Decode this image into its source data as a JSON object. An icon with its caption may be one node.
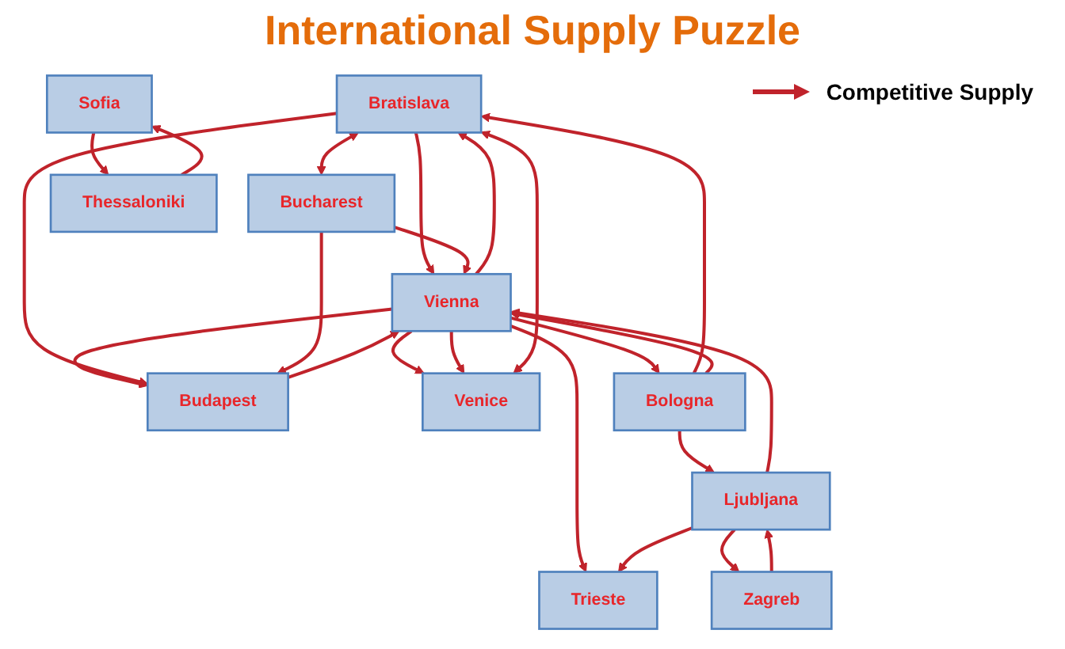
{
  "diagram": {
    "title": "International Supply Puzzle",
    "nodes": [
      {
        "text": [
          "Bratislava"
        ]
      },
      {
        "text": [
          "Vienna"
        ]
      },
      {
        "text": [
          "Budapest"
        ]
      },
      {
        "text": [
          "Bucharest"
        ]
      },
      {
        "text": [
          "Trieste"
        ]
      },
      {
        "text": [
          "Zagreb"
        ]
      },
      {
        "text": [
          "Venice"
        ]
      },
      {
        "text": [
          "Sofia"
        ]
      },
      {
        "text": [
          "Bologna"
        ]
      },
      {
        "text": [
          "Ljubljana"
        ]
      },
      {
        "text": [
          "Thessaloniki"
        ]
      }
    ],
    "edges": [
      {
        "from": 0,
        "to": 1,
        "arrow": "to"
      },
      {
        "from": 1,
        "to": 0,
        "arrow": "to"
      },
      {
        "from": 1,
        "to": 2,
        "arrow": "to"
      },
      {
        "from": 0,
        "to": 2,
        "arrow": "to"
      },
      {
        "from": 0,
        "to": 3,
        "arrow": "both"
      },
      {
        "from": 3,
        "to": 2,
        "arrow": "to"
      },
      {
        "from": 3,
        "to": 1,
        "arrow": "to"
      },
      {
        "from": 2,
        "to": 1,
        "arrow": "to"
      },
      {
        "from": 1,
        "to": 4,
        "arrow": "to"
      },
      {
        "from": 1,
        "to": 8,
        "arrow": "to"
      },
      {
        "from": 1,
        "to": 6,
        "arrow": "to"
      },
      {
        "from": 1,
        "to": 6,
        "arrow": "to"
      },
      {
        "from": 6,
        "to": 0,
        "arrow": "both"
      },
      {
        "from": 8,
        "to": 0,
        "arrow": "to"
      },
      {
        "from": 8,
        "to": 1,
        "arrow": "to"
      },
      {
        "from": 9,
        "to": 1,
        "arrow": "to"
      },
      {
        "from": 8,
        "to": 9,
        "arrow": "to"
      },
      {
        "from": 9,
        "to": 4,
        "arrow": "to"
      },
      {
        "from": 9,
        "to": 5,
        "arrow": "to"
      },
      {
        "from": 5,
        "to": 9,
        "arrow": "to"
      },
      {
        "from": 7,
        "to": 10,
        "arrow": "to"
      },
      {
        "from": 10,
        "to": 7,
        "arrow": "to"
      }
    ],
    "legend": [
      {
        "text": "Competitive Supply"
      }
    ]
  }
}
